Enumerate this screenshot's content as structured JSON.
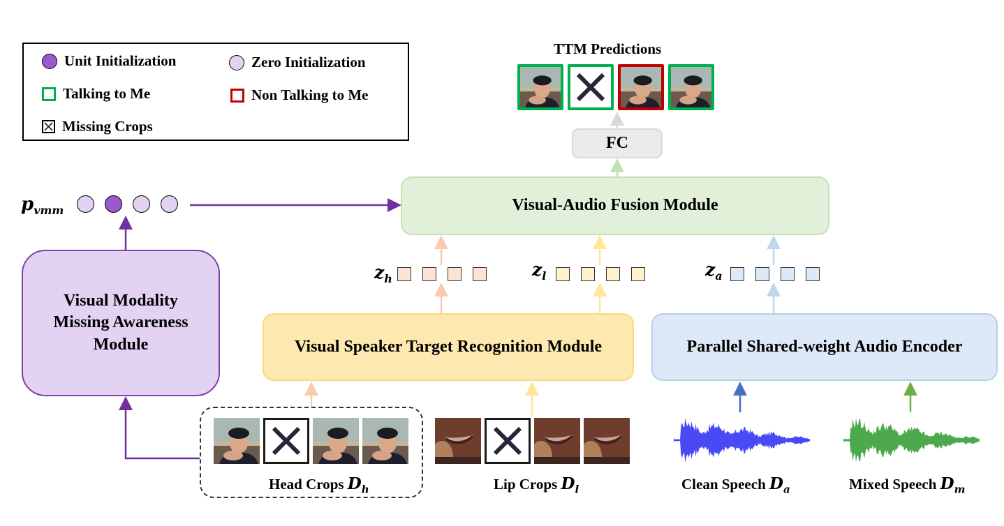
{
  "legend": {
    "unit_init": {
      "label": "Unit Initialization",
      "color": "#9b59d0"
    },
    "zero_init": {
      "label": "Zero Initialization",
      "color": "#e3d2f2"
    },
    "talking": {
      "label": "Talking to Me",
      "color": "#00b050"
    },
    "non_talking": {
      "label": "Non Talking to Me",
      "color": "#c00000"
    },
    "missing": {
      "label": "Missing Crops",
      "icon": "crossed-box-icon"
    }
  },
  "ttm": {
    "title": "TTM Predictions",
    "predictions": [
      {
        "type": "head",
        "status": "talking"
      },
      {
        "type": "missing",
        "status": "talking"
      },
      {
        "type": "head",
        "status": "non_talking"
      },
      {
        "type": "head",
        "status": "talking"
      }
    ]
  },
  "modules": {
    "fc": "FC",
    "fusion": "Visual-Audio Fusion Module",
    "vmma_lines": [
      "Visual Modality",
      "Missing Awareness",
      "Module"
    ],
    "vstrm": "Visual Speaker Target Recognition Module",
    "psae": "Parallel Shared-weight Audio Encoder"
  },
  "pvmm": {
    "label_base": "p",
    "label_sub": "vmm",
    "states": [
      "zero",
      "unit",
      "zero",
      "zero"
    ]
  },
  "features": {
    "head": {
      "base": "z",
      "sub": "h",
      "fill": "#fbe4d6",
      "count": 4
    },
    "lip": {
      "base": "z",
      "sub": "l",
      "fill": "#fff2cc",
      "count": 4
    },
    "audio": {
      "base": "z",
      "sub": "a",
      "fill": "#dde9f6",
      "count": 4
    }
  },
  "inputs": {
    "head_crops": {
      "label": "Head Crops",
      "math_base": "D",
      "math_sub": "h",
      "frames": [
        "head",
        "missing",
        "head",
        "head"
      ]
    },
    "lip_crops": {
      "label": "Lip Crops",
      "math_base": "D",
      "math_sub": "l",
      "frames": [
        "lip",
        "missing",
        "lip",
        "lip"
      ]
    },
    "clean_speech": {
      "label": "Clean Speech",
      "math_base": "D",
      "math_sub": "a",
      "color": "#4a4af5"
    },
    "mixed_speech": {
      "label": "Mixed Speech",
      "math_base": "D",
      "math_sub": "m",
      "color": "#4ea84e"
    }
  },
  "colors": {
    "purple_arrow": "#7030a0",
    "head_arrow": "#f8cbad",
    "lip_arrow": "#ffe699",
    "audio_arrow": "#bdd7ee",
    "fc_arrow": "#c5e0b3",
    "pred_arrow": "#d9d9d9",
    "clean_arrow": "#4472c4",
    "mixed_arrow": "#70ad47"
  }
}
